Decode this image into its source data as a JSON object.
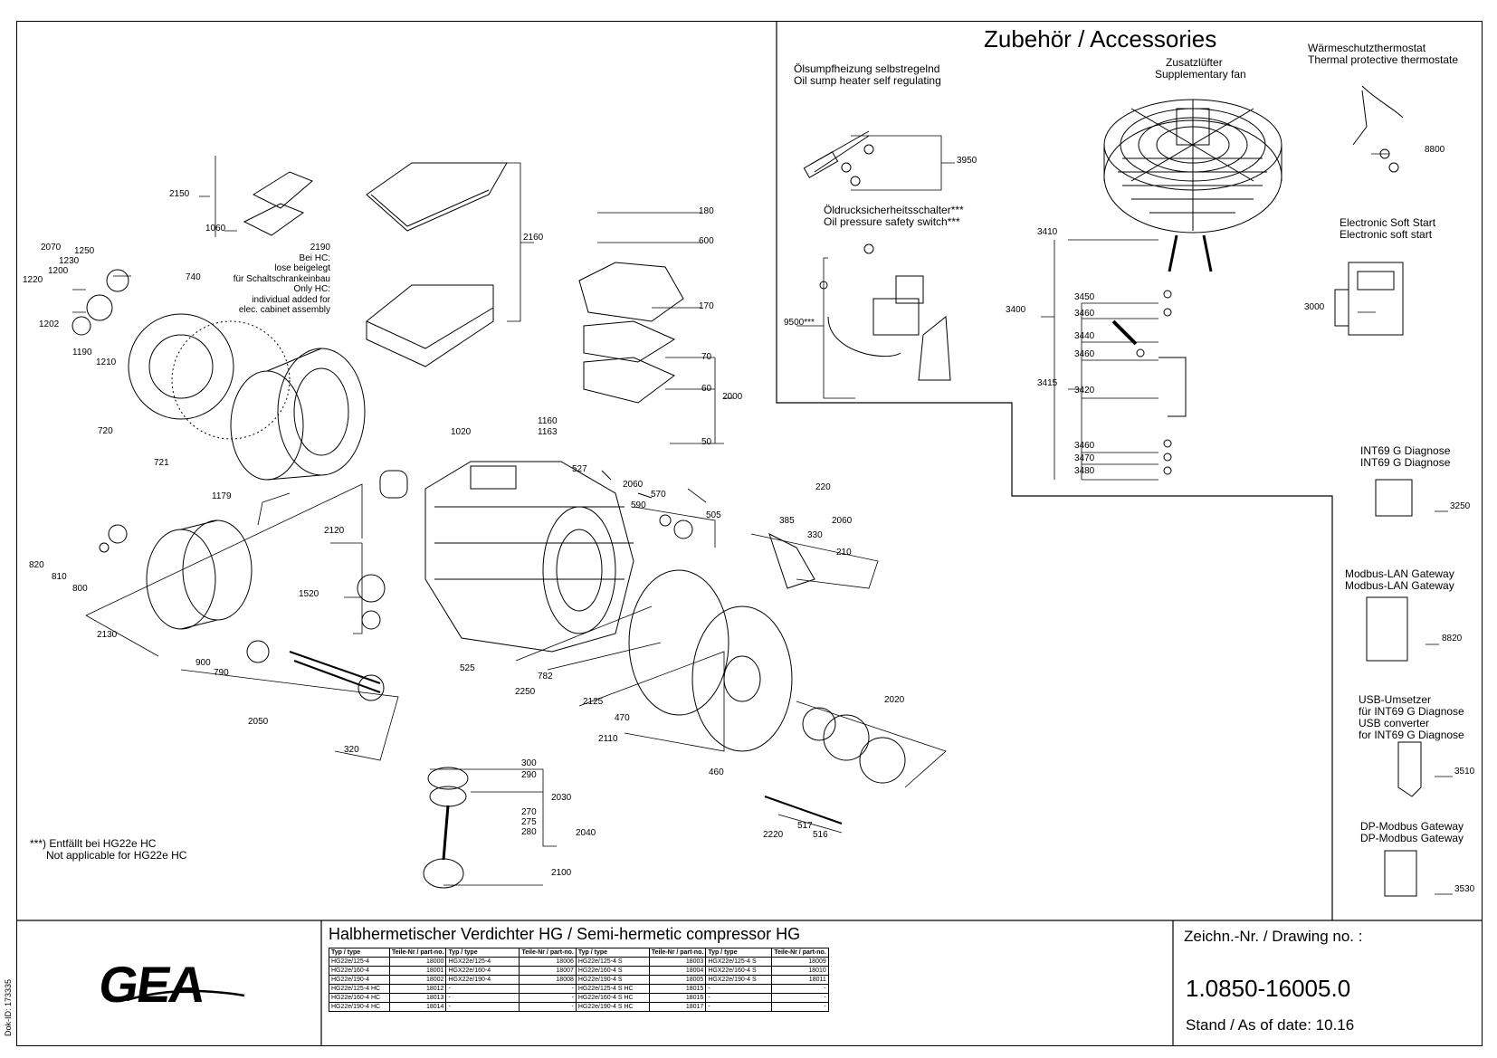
{
  "accessories": {
    "title": "Zubehör / Accessories",
    "oil_sump_heater": [
      "Ölsumpfheizung selbstregelnd",
      "Oil sump heater self regulating"
    ],
    "supplementary_fan": [
      "Zusatzlüfter",
      "Supplementary fan"
    ],
    "thermal_thermostat": [
      "Wärmeschutzthermostat",
      "Thermal protective thermostate"
    ],
    "oil_pressure_switch": [
      "Öldrucksicherheitsschalter***",
      "Oil pressure safety switch***"
    ],
    "soft_start": [
      "Electronic Soft Start",
      "Electronic soft start"
    ],
    "int69": [
      "INT69 G Diagnose",
      "INT69 G Diagnose"
    ],
    "modbus_lan": [
      "Modbus-LAN Gateway",
      "Modbus-LAN Gateway"
    ],
    "usb": [
      "USB-Umsetzer",
      "für INT69 G Diagnose",
      "USB converter",
      "for INT69 G Diagnose"
    ],
    "dp_modbus": [
      "DP-Modbus Gateway",
      "DP-Modbus Gateway"
    ]
  },
  "hc_note": [
    "2190",
    "Bei HC:",
    "lose beigelegt",
    "für Schaltschrankeinbau",
    "Only HC:",
    "individual added for",
    "elec. cabinet assembly"
  ],
  "footnote": [
    "***) Entfällt bei HG22e HC",
    "Not applicable for HG22e HC"
  ],
  "part_labels": {
    "p2150": "2150",
    "p1060": "1060",
    "p2160": "2160",
    "p180": "180",
    "p600": "600",
    "p170": "170",
    "p70": "70",
    "p60": "60",
    "p2000": "2000",
    "p50": "50",
    "p2070": "2070",
    "p1250": "1250",
    "p1230": "1230",
    "p1200": "1200",
    "p1220": "1220",
    "p740": "740",
    "p1202": "1202",
    "p1190": "1190",
    "p1210": "1210",
    "p720": "720",
    "p721": "721",
    "p1179": "1179",
    "p1020": "1020",
    "p1160": "1160",
    "p1163": "1163",
    "p527": "527",
    "p2060a": "2060",
    "p570": "570",
    "p590": "590",
    "p505": "505",
    "p220": "220",
    "p385": "385",
    "p2060b": "2060",
    "p330": "330",
    "p210": "210",
    "p2120": "2120",
    "p820": "820",
    "p810": "810",
    "p800": "800",
    "p1520": "1520",
    "p2130": "2130",
    "p900": "900",
    "p790": "790",
    "p525": "525",
    "p782": "782",
    "p2250": "2250",
    "p2125": "2125",
    "p470": "470",
    "p2110": "2110",
    "p2020": "2020",
    "p2050": "2050",
    "p320": "320",
    "p460": "460",
    "p300": "300",
    "p290": "290",
    "p2030": "2030",
    "p270": "270",
    "p275": "275",
    "p280": "280",
    "p2040": "2040",
    "p2100": "2100",
    "p2220": "2220",
    "p517": "517",
    "p516": "516",
    "p3950": "3950",
    "p9500": "9500***",
    "p3410": "3410",
    "p3400": "3400",
    "p3450": "3450",
    "p3460a": "3460",
    "p3440": "3440",
    "p3460b": "3460",
    "p3415": "3415",
    "p3420": "3420",
    "p3460c": "3460",
    "p3470": "3470",
    "p3480": "3480",
    "p8800": "8800",
    "p3000": "3000",
    "p3250": "3250",
    "p8820": "8820",
    "p3510": "3510",
    "p3530": "3530"
  },
  "title_block": {
    "title": "Halbhermetischer Verdichter HG / Semi-hermetic compressor HG",
    "logo": "GEA",
    "drawing_label": "Zeichn.-Nr. / Drawing no. :",
    "drawing_no": "1.0850-16005.0",
    "date": "Stand / As of date: 10.16",
    "doc_id": "Dok-ID: 173335"
  },
  "type_table": {
    "header": [
      "Typ / type",
      "Teile-Nr / part-no.",
      "Typ / type",
      "Teile-Nr / part-no.",
      "Typ / type",
      "Teile-Nr / part-no.",
      "Typ / type",
      "Teile-Nr / part-no."
    ],
    "rows": [
      [
        "HG22e/125-4",
        "18000",
        "HGX22e/125-4",
        "18006",
        "HG22e/125-4 S",
        "18003",
        "HGX22e/125-4 S",
        "18009"
      ],
      [
        "HG22e/160-4",
        "18001",
        "HGX22e/160-4",
        "18007",
        "HG22e/160-4 S",
        "18004",
        "HGX22e/160-4 S",
        "18010"
      ],
      [
        "HG22e/190-4",
        "18002",
        "HGX22e/190-4",
        "18008",
        "HG22e/190-4 S",
        "18005",
        "HGX22e/190-4 S",
        "18011"
      ],
      [
        "HG22e/125-4 HC",
        "18012",
        "-",
        "-",
        "HG22e/125-4 S HC",
        "18015",
        "-",
        "-"
      ],
      [
        "HG22e/160-4 HC",
        "18013",
        "-",
        "-",
        "HG22e/160-4 S HC",
        "18016",
        "-",
        "-"
      ],
      [
        "HG22e/190-4 HC",
        "18014",
        "-",
        "-",
        "HG22e/190-4 S HC",
        "18017",
        "-",
        "-"
      ]
    ]
  }
}
